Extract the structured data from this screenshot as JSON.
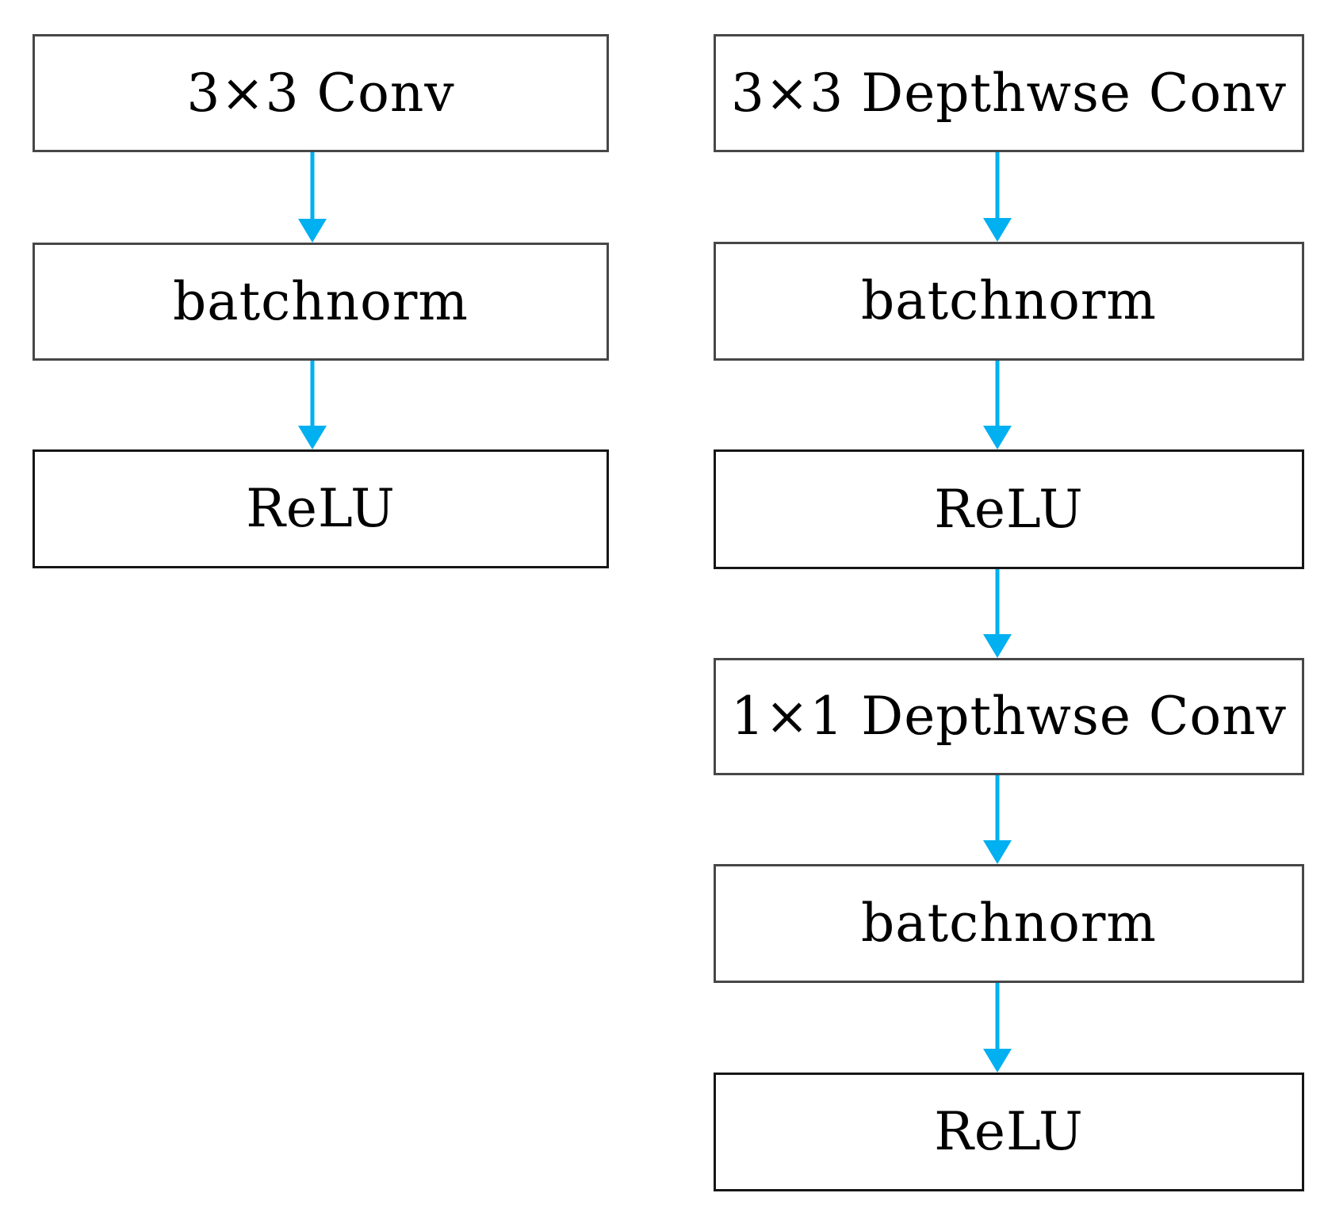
{
  "diagram": {
    "description": "Two vertical convolution block flowcharts connected by downward arrows",
    "arrow_color": "#00B0F0",
    "box_border_color": "#474747",
    "relu_border_color": "#161616",
    "text_color": "#000000",
    "background_color": "#ffffff",
    "columns": [
      {
        "name": "standard-conv-block",
        "nodes": [
          {
            "label": "3×3 Conv"
          },
          {
            "label": "batchnorm"
          },
          {
            "label": "ReLU"
          }
        ]
      },
      {
        "name": "depthwise-separable-conv-block",
        "nodes": [
          {
            "label": "3×3 Depthwse Conv"
          },
          {
            "label": "batchnorm"
          },
          {
            "label": "ReLU"
          },
          {
            "label": "1×1 Depthwse Conv"
          },
          {
            "label": "batchnorm"
          },
          {
            "label": "ReLU"
          }
        ]
      }
    ]
  }
}
